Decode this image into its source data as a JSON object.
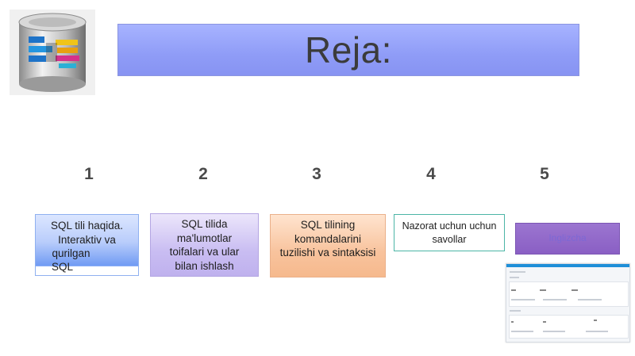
{
  "title": "Reja:",
  "items": [
    {
      "number": "1",
      "lines": [
        "SQL tili haqida.",
        "Interaktiv va",
        "qurilgan"
      ],
      "last_line": "SQL"
    },
    {
      "number": "2",
      "lines": [
        "SQL tilida",
        "ma'lumotlar",
        "toifalari va ular",
        "bilan ishlash"
      ]
    },
    {
      "number": "3",
      "lines": [
        "SQL tilining",
        "komandalarini",
        "tuzilishi va sintaksisi"
      ]
    },
    {
      "number": "4",
      "lines": [
        "Nazorat uchun uchun",
        "savollar"
      ]
    },
    {
      "number": "5",
      "label": "Inglizcha"
    }
  ],
  "colors": {
    "title_bar": "#8f9cf7",
    "box1": "#6f9af3",
    "box2": "#c9bdf2",
    "box3": "#f8c39d",
    "box4_border": "#4cb5a6",
    "box5": "#8a5fc4"
  },
  "icons": {
    "logo": "database-icon"
  }
}
